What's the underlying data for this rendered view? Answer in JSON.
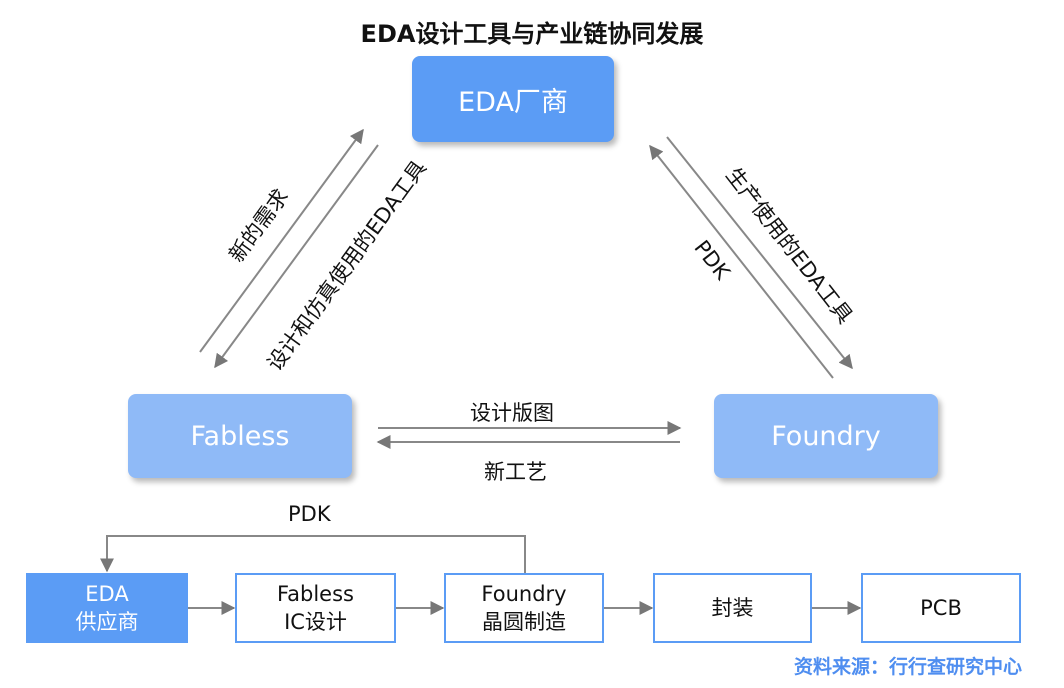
{
  "title": "EDA设计工具与产业链协同发展",
  "nodes": {
    "eda": "EDA厂商",
    "fabless": "Fabless",
    "foundry": "Foundry"
  },
  "edges": {
    "eda_to_fabless": "设计和仿真使用的EDA工具",
    "fabless_to_eda": "新的需求",
    "eda_to_foundry": "生产使用的EDA工具",
    "foundry_to_eda": "PDK",
    "fabless_to_foundry": "设计版图",
    "foundry_to_fabless": "新工艺",
    "chain_feedback": "PDK"
  },
  "chain": [
    {
      "line1": "EDA",
      "line2": "供应商"
    },
    {
      "line1": "Fabless",
      "line2": "IC设计"
    },
    {
      "line1": "Foundry",
      "line2": "晶圆制造"
    },
    {
      "line1": "封装",
      "line2": ""
    },
    {
      "line1": "PCB",
      "line2": ""
    }
  ],
  "source": "资料来源：行行查研究中心",
  "colors": {
    "primary": "#5b9cf5",
    "light": "#8fbaf7",
    "arrow": "#777777",
    "source": "#4f8ef0"
  }
}
